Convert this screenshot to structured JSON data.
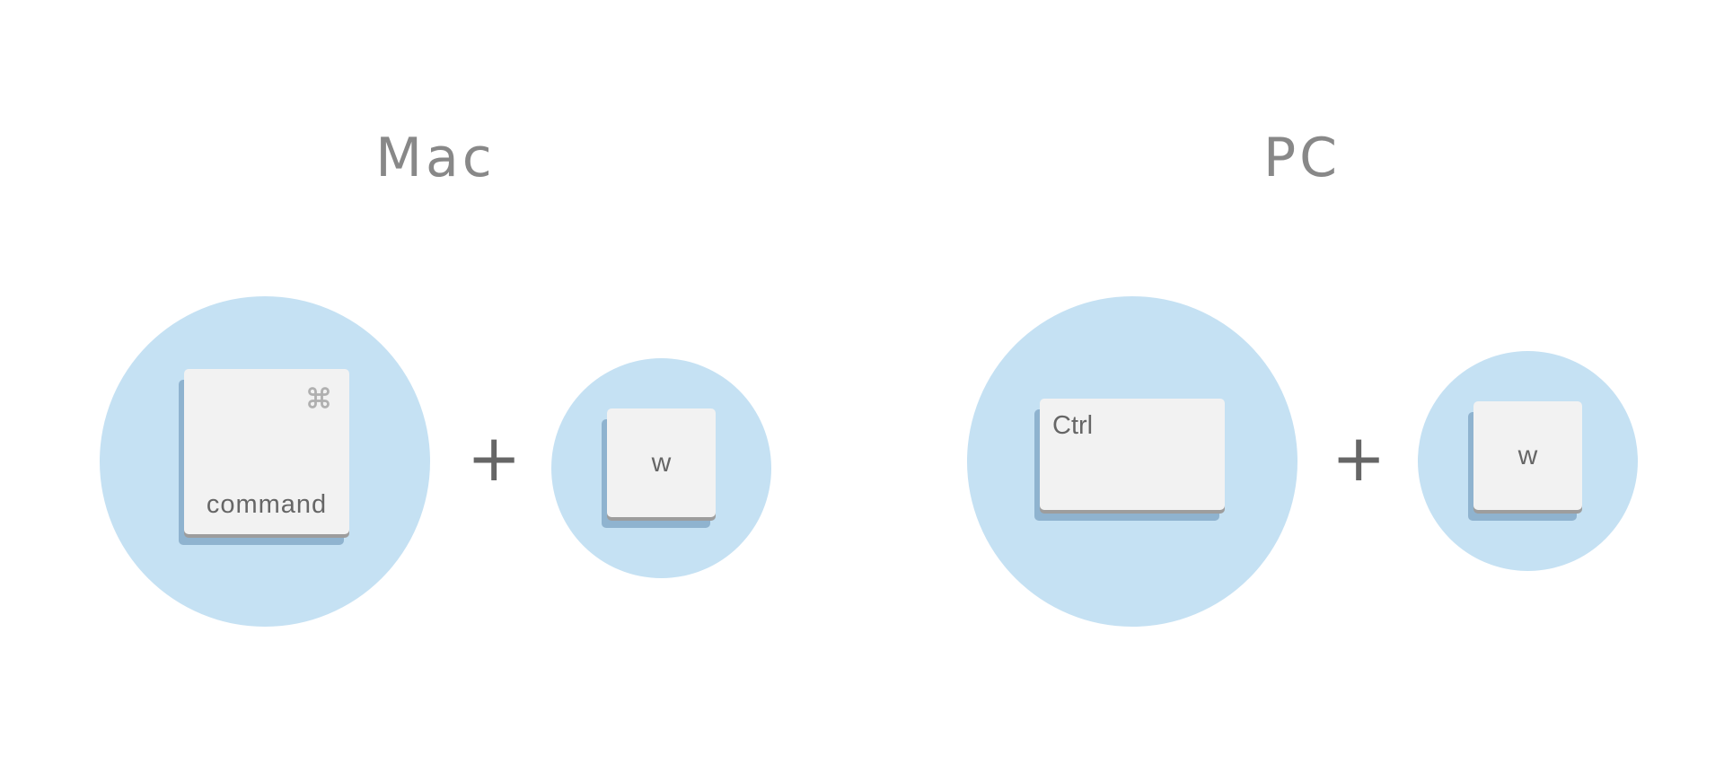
{
  "mac": {
    "title": "Mac",
    "modifier_key": {
      "label": "command",
      "icon": "command-icon"
    },
    "plus": "+",
    "letter_key": {
      "label": "w"
    }
  },
  "pc": {
    "title": "PC",
    "modifier_key": {
      "label": "Ctrl"
    },
    "plus": "+",
    "letter_key": {
      "label": "w"
    }
  },
  "colors": {
    "circle": "#c5e1f3",
    "key_face": "#f2f2f2",
    "key_shadow": "#8fb3cf",
    "title_text": "#888888",
    "key_text": "#666666"
  }
}
